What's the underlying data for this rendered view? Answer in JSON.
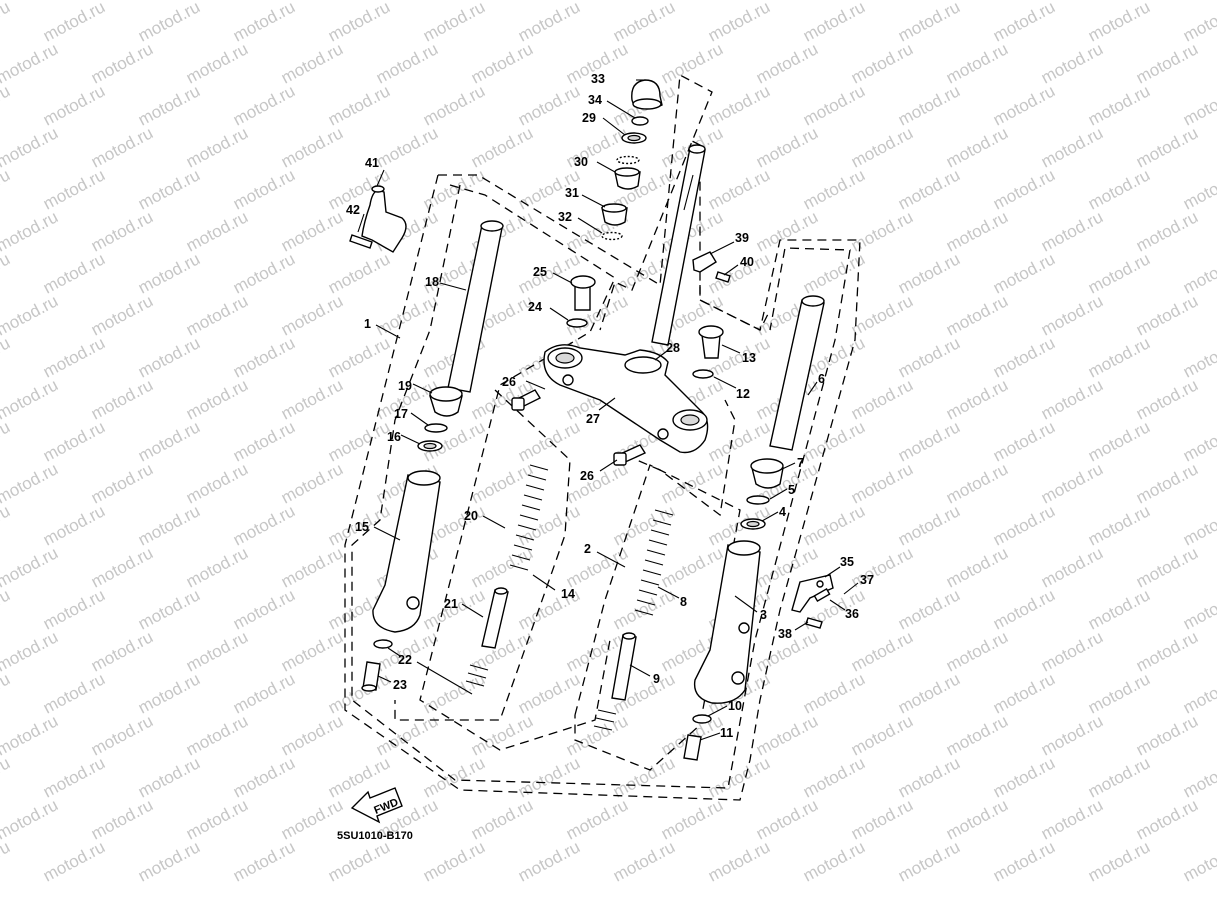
{
  "watermark": "motod.ru",
  "diagram_code": "5SU1010-B170",
  "fwd_label": "FWD",
  "callouts": [
    "1",
    "2",
    "3",
    "4",
    "5",
    "6",
    "7",
    "8",
    "9",
    "10",
    "11",
    "12",
    "13",
    "14",
    "15",
    "16",
    "17",
    "18",
    "19",
    "20",
    "21",
    "22",
    "23",
    "24",
    "25",
    "26",
    "27",
    "28",
    "29",
    "30",
    "31",
    "32",
    "33",
    "34",
    "35",
    "36",
    "37",
    "38",
    "39",
    "40",
    "41",
    "42"
  ]
}
